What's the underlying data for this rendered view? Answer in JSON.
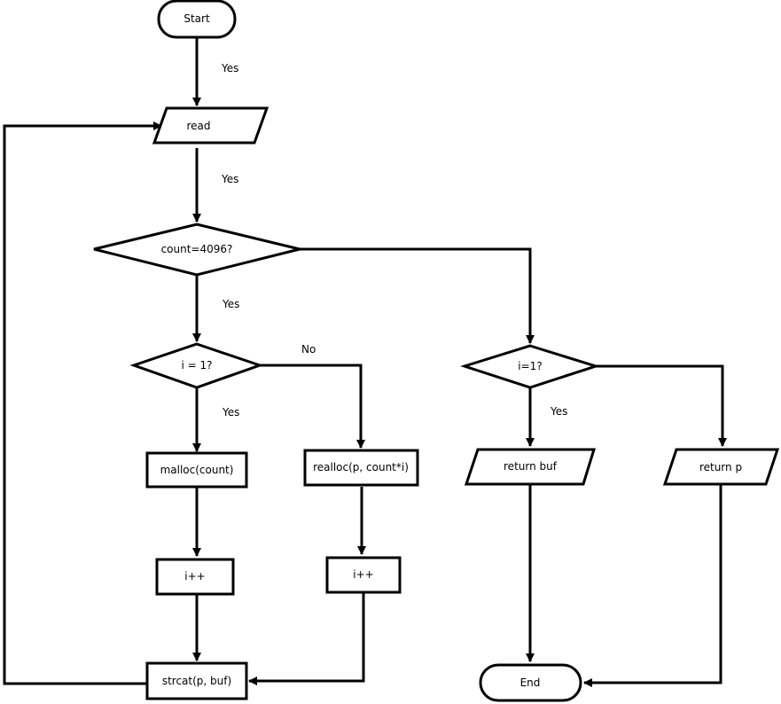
{
  "nodes": {
    "start": "Start",
    "read": "read",
    "count_check": "count=4096?",
    "i_check_left": "i = 1?",
    "i_check_right": "i=1?",
    "malloc": "malloc(count)",
    "realloc": "realloc(p, count*i)",
    "inc_left": "i++",
    "inc_right": "i++",
    "strcat": "strcat(p, buf)",
    "return_buf": "return buf",
    "return_p": "return p",
    "end": "End"
  },
  "edge_labels": {
    "start_to_read": "Yes",
    "read_to_count": "Yes",
    "count_to_i_left": "Yes",
    "i_left_no": "No",
    "i_left_yes": "Yes",
    "i_right_yes": "Yes"
  }
}
